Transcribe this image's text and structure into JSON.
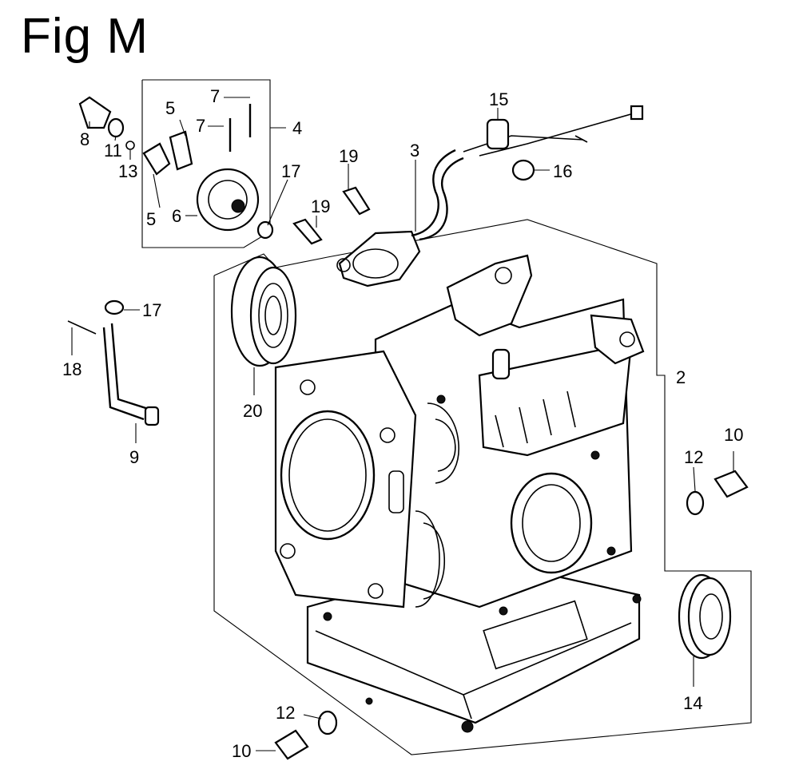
{
  "figure": {
    "title": "Fig M"
  },
  "callouts": [
    {
      "id": "c8",
      "text": "8"
    },
    {
      "id": "c11",
      "text": "11"
    },
    {
      "id": "c13",
      "text": "13"
    },
    {
      "id": "c5a",
      "text": "5"
    },
    {
      "id": "c5b",
      "text": "5"
    },
    {
      "id": "c7a",
      "text": "7"
    },
    {
      "id": "c7b",
      "text": "7"
    },
    {
      "id": "c4",
      "text": "4"
    },
    {
      "id": "c6",
      "text": "6"
    },
    {
      "id": "c17a",
      "text": "17"
    },
    {
      "id": "c19a",
      "text": "19"
    },
    {
      "id": "c19b",
      "text": "19"
    },
    {
      "id": "c3",
      "text": "3"
    },
    {
      "id": "c15",
      "text": "15"
    },
    {
      "id": "c16",
      "text": "16"
    },
    {
      "id": "c17b",
      "text": "17"
    },
    {
      "id": "c18",
      "text": "18"
    },
    {
      "id": "c9",
      "text": "9"
    },
    {
      "id": "c20",
      "text": "20"
    },
    {
      "id": "c2",
      "text": "2"
    },
    {
      "id": "c12a",
      "text": "12"
    },
    {
      "id": "c10a",
      "text": "10"
    },
    {
      "id": "c14",
      "text": "14"
    },
    {
      "id": "c12b",
      "text": "12"
    },
    {
      "id": "c10b",
      "text": "10"
    }
  ]
}
